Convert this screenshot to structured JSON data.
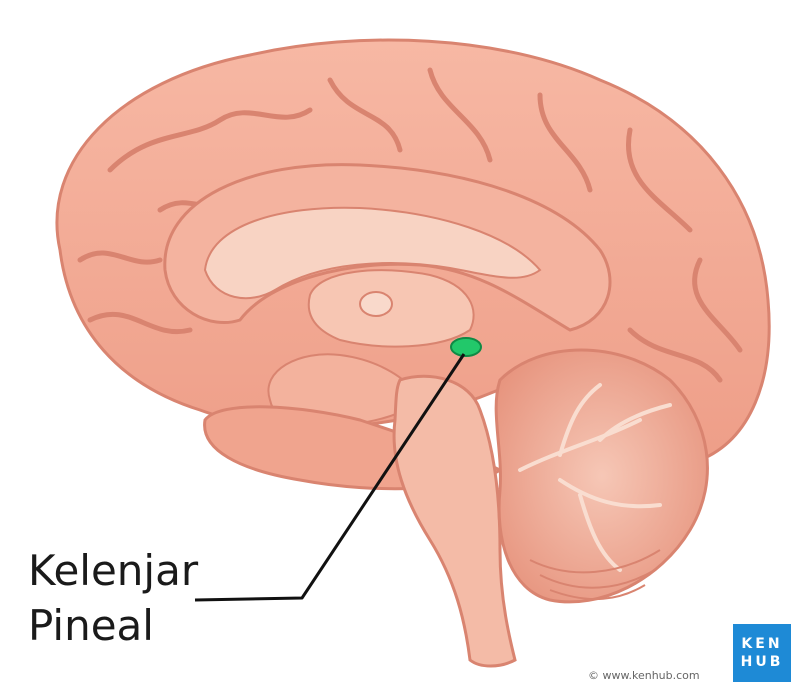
{
  "label": {
    "line1": "Kelenjar",
    "line2": "Pineal"
  },
  "copyright": "© www.kenhub.com",
  "logo": {
    "line1": "KEN",
    "line2": "HUB"
  },
  "colors": {
    "brain": "#f2a995",
    "brain_dark": "#d98470",
    "inner": "#f7cbb8",
    "highlight": "#22c86a",
    "leader": "#111111",
    "logo_bg": "#1e8ad6"
  }
}
